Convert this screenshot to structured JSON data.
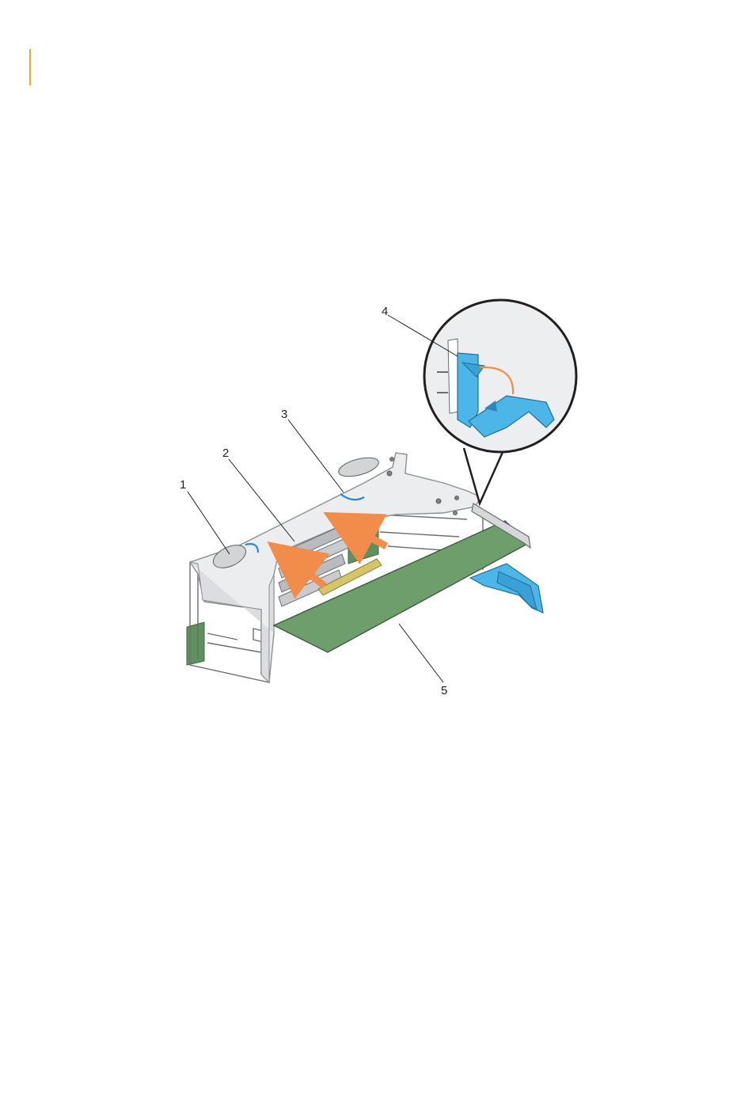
{
  "page": {
    "accent_color": "#F5A623"
  },
  "figure": {
    "callouts": [
      {
        "number": "1"
      },
      {
        "number": "2"
      },
      {
        "number": "3"
      },
      {
        "number": "4"
      },
      {
        "number": "5"
      }
    ],
    "colors": {
      "cage_metal": "#ECEDEE",
      "cage_edge": "#8C8E90",
      "card_pcb": "#6D9E6B",
      "card_connector": "#D4C46A",
      "latch_blue": "#4DB6E8",
      "arrow_orange": "#F28C4A",
      "rotation_arrow_blue": "#1E88E5",
      "zoom_circle_bg": "#EDEEEF",
      "riser_board": "#5F9160"
    }
  }
}
